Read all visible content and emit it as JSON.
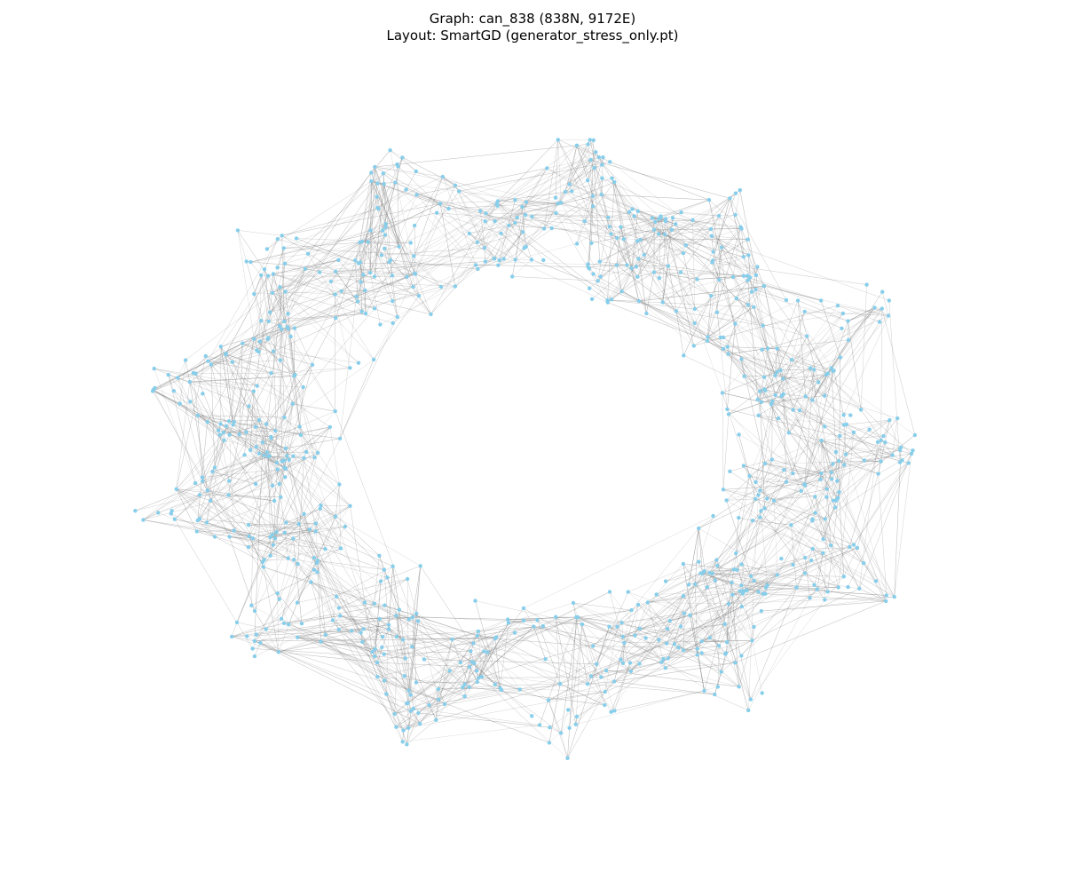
{
  "title": {
    "line1": "Graph: can_838 (838N, 9172E)",
    "line2": "Layout: SmartGD (generator_stress_only.pt)"
  },
  "graph": {
    "name": "can_838",
    "node_count": 838,
    "edge_count": 9172,
    "layout": "SmartGD",
    "node_color": "#87ceeb",
    "edge_color": "#808080",
    "background_color": "#ffffff"
  }
}
